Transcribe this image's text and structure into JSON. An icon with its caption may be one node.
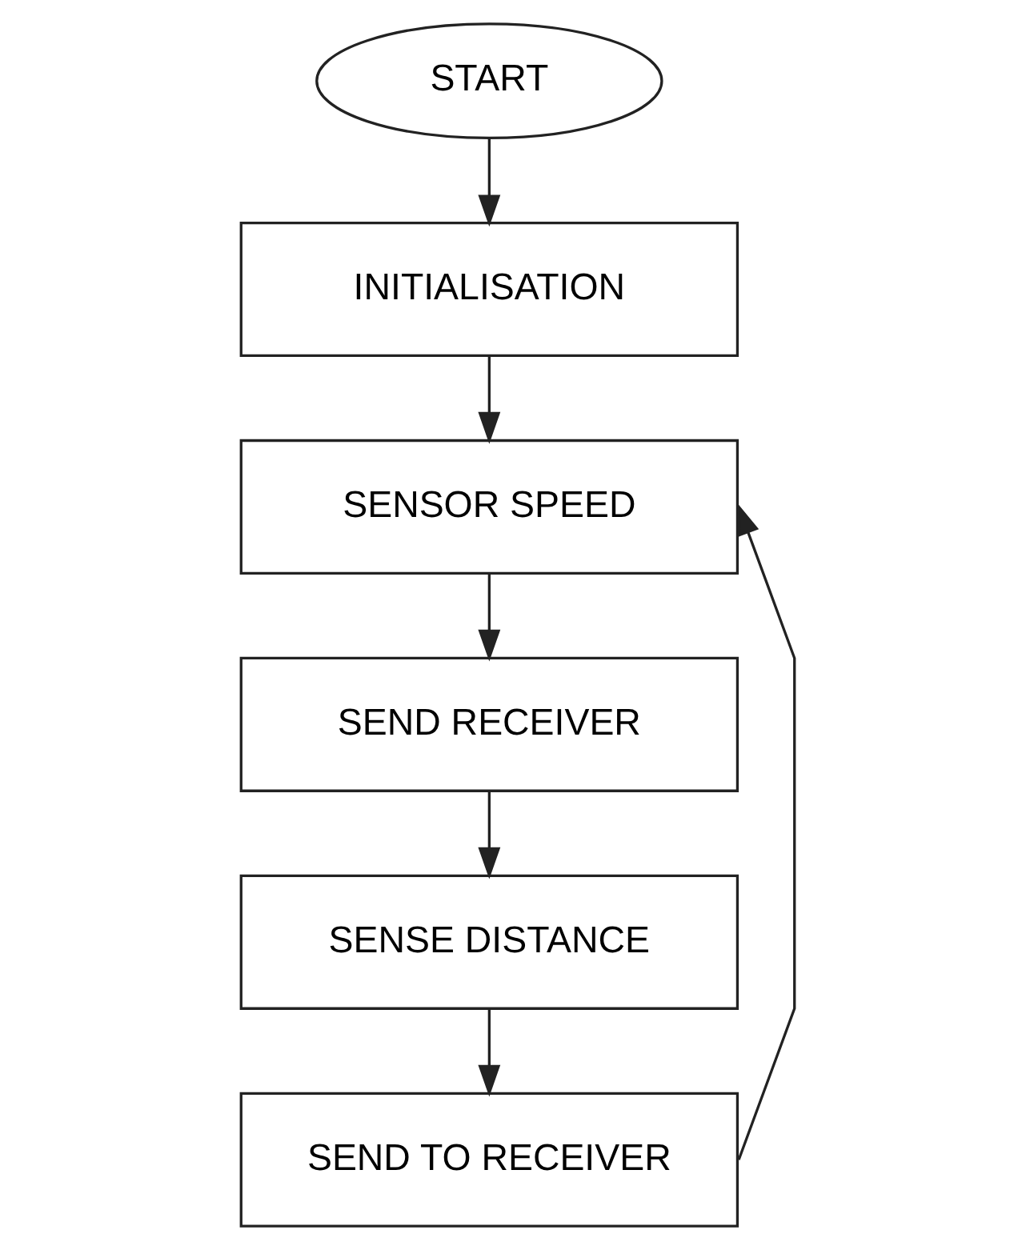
{
  "diagram": {
    "nodes": [
      {
        "text": [
          "START"
        ]
      },
      {
        "text": [
          "INITIALISATION"
        ]
      },
      {
        "text": [
          "SENSOR SPEED"
        ]
      },
      {
        "text": [
          "SEND RECEIVER"
        ]
      },
      {
        "text": [
          "SENSE DISTANCE"
        ]
      },
      {
        "text": [
          "SEND TO RECEIVER"
        ]
      }
    ],
    "edges": [
      {
        "from": 0,
        "to": 1,
        "arrow": "to"
      },
      {
        "from": 1,
        "to": 2,
        "arrow": "to"
      },
      {
        "from": 2,
        "to": 3,
        "arrow": "to"
      },
      {
        "from": 3,
        "to": 4,
        "arrow": "to"
      },
      {
        "from": 4,
        "to": 5,
        "arrow": "to"
      },
      {
        "from": 5,
        "to": 2,
        "arrow": "to"
      }
    ]
  }
}
